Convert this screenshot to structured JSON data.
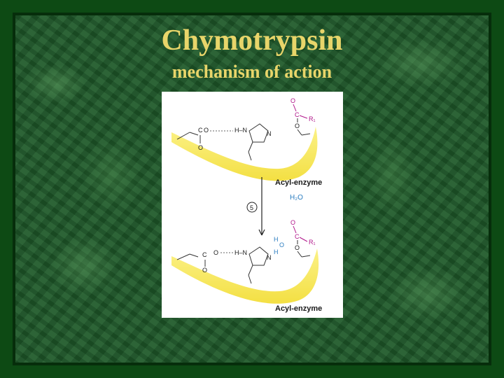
{
  "slide": {
    "title": "Chymotrypsin",
    "subtitle": "mechanism of action"
  },
  "diagram": {
    "top_label": "Acyl-enzyme",
    "bottom_label": "Acyl-enzyme",
    "step_number": "5",
    "water_label": "H₂O",
    "atoms": {
      "O": "O",
      "C": "C",
      "N": "N",
      "H": "H",
      "R1": "R₁",
      "HN": "H–N"
    },
    "colors": {
      "enzyme": "#f7e84a",
      "substrate": "#b0158a",
      "water": "#2a7cc0",
      "text": "#1a1a1a"
    }
  }
}
